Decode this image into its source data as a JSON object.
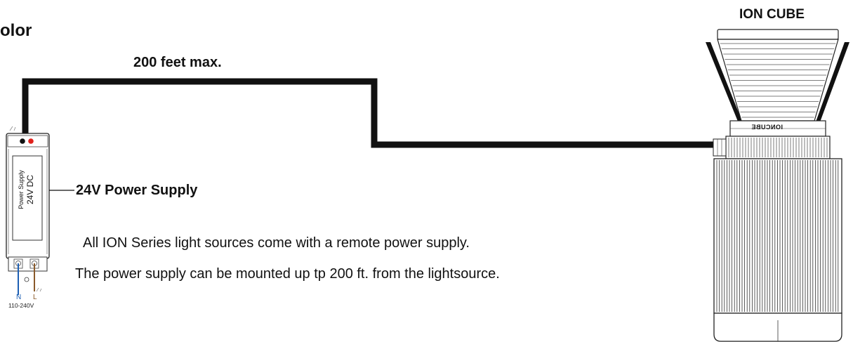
{
  "title_fragment": "olor",
  "device": {
    "name": "ION CUBE",
    "brand_mark": "IONCUBE"
  },
  "cable": {
    "label": "200 feet max."
  },
  "power_supply": {
    "callout": "24V Power Supply",
    "face_line1": "Power Supply",
    "face_line2": "24V DC",
    "terminal_n": "N",
    "terminal_l": "L",
    "input_range": "110-240V"
  },
  "description": {
    "line1": "All ION Series light sources come with a remote power supply.",
    "line2": "The power supply can be mounted up tp 200 ft. from the lightsource."
  },
  "colors": {
    "cable": "#111111",
    "negative_terminal": "#111111",
    "positive_terminal": "#e0201b",
    "neutral_wire": "#1d5fb4",
    "line_wire": "#8a5a2a"
  }
}
